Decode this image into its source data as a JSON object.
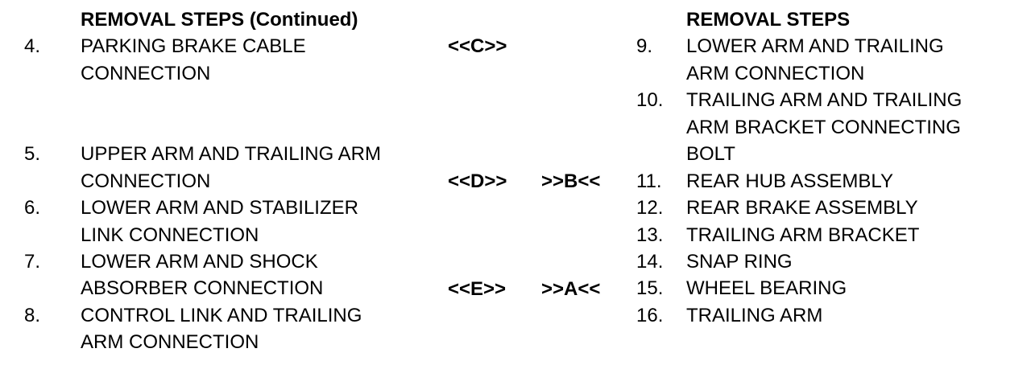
{
  "page": {
    "background": "#ffffff",
    "text_color": "#000000"
  },
  "left_column": {
    "header": "REMOVAL STEPS (Continued)",
    "steps": [
      {
        "number": "4.",
        "lines": [
          "PARKING BRAKE CABLE",
          "CONNECTION"
        ]
      },
      {
        "number": "5.",
        "lines": [
          "UPPER ARM AND TRAILING ARM",
          "CONNECTION"
        ]
      },
      {
        "number": "6.",
        "lines": [
          "LOWER ARM AND STABILIZER",
          "LINK CONNECTION"
        ]
      },
      {
        "number": "7.",
        "lines": [
          "LOWER ARM AND SHOCK",
          "ABSORBER CONNECTION"
        ]
      },
      {
        "number": "8.",
        "lines": [
          "CONTROL LINK AND TRAILING",
          "ARM CONNECTION"
        ]
      }
    ]
  },
  "right_column": {
    "header": "REMOVAL STEPS",
    "steps": [
      {
        "number": "9.",
        "lines": [
          "LOWER ARM AND TRAILING",
          "ARM CONNECTION"
        ]
      },
      {
        "number": "10.",
        "lines": [
          "TRAILING ARM AND TRAILING",
          "ARM BRACKET CONNECTING",
          "BOLT"
        ]
      },
      {
        "number": "11.",
        "lines": [
          "REAR HUB ASSEMBLY"
        ]
      },
      {
        "number": "12.",
        "lines": [
          "REAR BRAKE ASSEMBLY"
        ]
      },
      {
        "number": "13.",
        "lines": [
          "TRAILING ARM BRACKET"
        ]
      },
      {
        "number": "14.",
        "lines": [
          "SNAP RING"
        ]
      },
      {
        "number": "15.",
        "lines": [
          "WHEEL BEARING"
        ]
      },
      {
        "number": "16.",
        "lines": [
          "TRAILING ARM"
        ]
      }
    ]
  },
  "markers": {
    "inner": [
      {
        "label": "<<C>>"
      },
      {
        "label": "<<D>>"
      },
      {
        "label": "<<E>>"
      }
    ],
    "outer": [
      {
        "label": ">>B<<"
      },
      {
        "label": ">>A<<"
      }
    ]
  }
}
